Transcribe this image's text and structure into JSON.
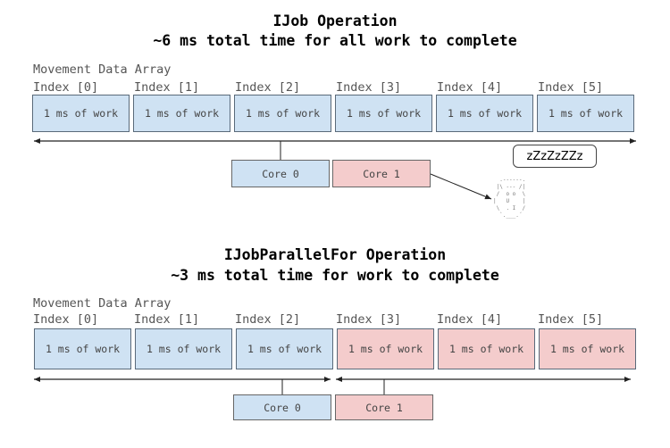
{
  "ijob": {
    "title": "IJob Operation",
    "subtitle": "~6 ms total time for all work to complete",
    "array_label": "Movement Data Array",
    "indices": [
      "Index [0]",
      "Index [1]",
      "Index [2]",
      "Index [3]",
      "Index [4]",
      "Index [5]"
    ],
    "cells": [
      {
        "label": "1 ms of work",
        "core": "Core 0"
      },
      {
        "label": "1 ms of work",
        "core": "Core 0"
      },
      {
        "label": "1 ms of work",
        "core": "Core 0"
      },
      {
        "label": "1 ms of work",
        "core": "Core 0"
      },
      {
        "label": "1 ms of work",
        "core": "Core 0"
      },
      {
        "label": "1 ms of work",
        "core": "Core 0"
      }
    ],
    "cores": [
      "Core 0",
      "Core 1"
    ],
    "idle_bubble": "zZzZzZZz"
  },
  "parallel": {
    "title": "IJobParallelFor Operation",
    "subtitle": "~3 ms total time for work to complete",
    "array_label": "Movement Data Array",
    "indices": [
      "Index [0]",
      "Index [1]",
      "Index [2]",
      "Index [3]",
      "Index [4]",
      "Index [5]"
    ],
    "cells": [
      {
        "label": "1 ms of work",
        "core": "Core 0"
      },
      {
        "label": "1 ms of work",
        "core": "Core 0"
      },
      {
        "label": "1 ms of work",
        "core": "Core 0"
      },
      {
        "label": "1 ms of work",
        "core": "Core 1"
      },
      {
        "label": "1 ms of work",
        "core": "Core 1"
      },
      {
        "label": "1 ms of work",
        "core": "Core 1"
      }
    ],
    "cores": [
      "Core 0",
      "Core 1"
    ]
  },
  "colors": {
    "core0": "#cfe2f3",
    "core1": "#f4cccc",
    "border": "#5a6a7a"
  }
}
